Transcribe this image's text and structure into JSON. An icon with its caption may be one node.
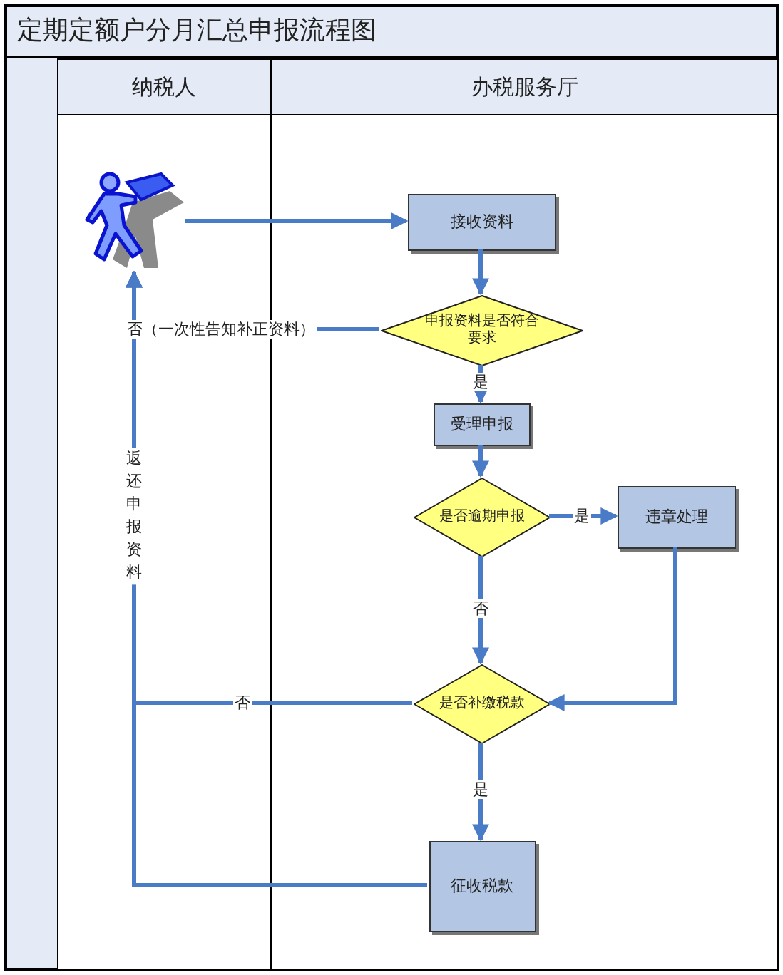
{
  "diagram": {
    "title": "定期定额户分月汇总申报流程图",
    "nodes": [
      {
        "text": [
          "纳税人"
        ]
      },
      {
        "text": [
          "办税服务厅"
        ]
      },
      {
        "text": [],
        "shape": "person",
        "in": 0
      },
      {
        "text": [
          "接收资料"
        ],
        "in": 1
      },
      {
        "text": [
          "申报资料是否符合要求"
        ],
        "in": 1
      },
      {
        "text": [
          "受理申报"
        ],
        "in": 1
      },
      {
        "text": [
          "是否逾期申报"
        ],
        "in": 1
      },
      {
        "text": [
          "违章处理"
        ],
        "in": 1
      },
      {
        "text": [
          "是否补缴税款"
        ],
        "in": 1
      },
      {
        "text": [
          "征收税款"
        ],
        "in": 1
      }
    ],
    "edges": [
      {
        "from": 2,
        "to": 3,
        "arrow": "to"
      },
      {
        "from": 3,
        "to": 4,
        "arrow": "to"
      },
      {
        "from": 4,
        "to": 2,
        "arrow": "to",
        "label": "否（一次性告知补正资料）"
      },
      {
        "from": 4,
        "to": 5,
        "arrow": "to",
        "label": "是"
      },
      {
        "from": 5,
        "to": 6,
        "arrow": "to"
      },
      {
        "from": 6,
        "to": 7,
        "arrow": "to",
        "label": "是"
      },
      {
        "from": 6,
        "to": 8,
        "arrow": "to",
        "label": "否"
      },
      {
        "from": 7,
        "to": 8,
        "arrow": "to"
      },
      {
        "from": 8,
        "to": 2,
        "arrow": "to",
        "label": "否"
      },
      {
        "from": 8,
        "to": 9,
        "arrow": "to",
        "label": "是"
      },
      {
        "from": 9,
        "to": 2,
        "arrow": "to",
        "label": "返还申报资料"
      }
    ]
  }
}
